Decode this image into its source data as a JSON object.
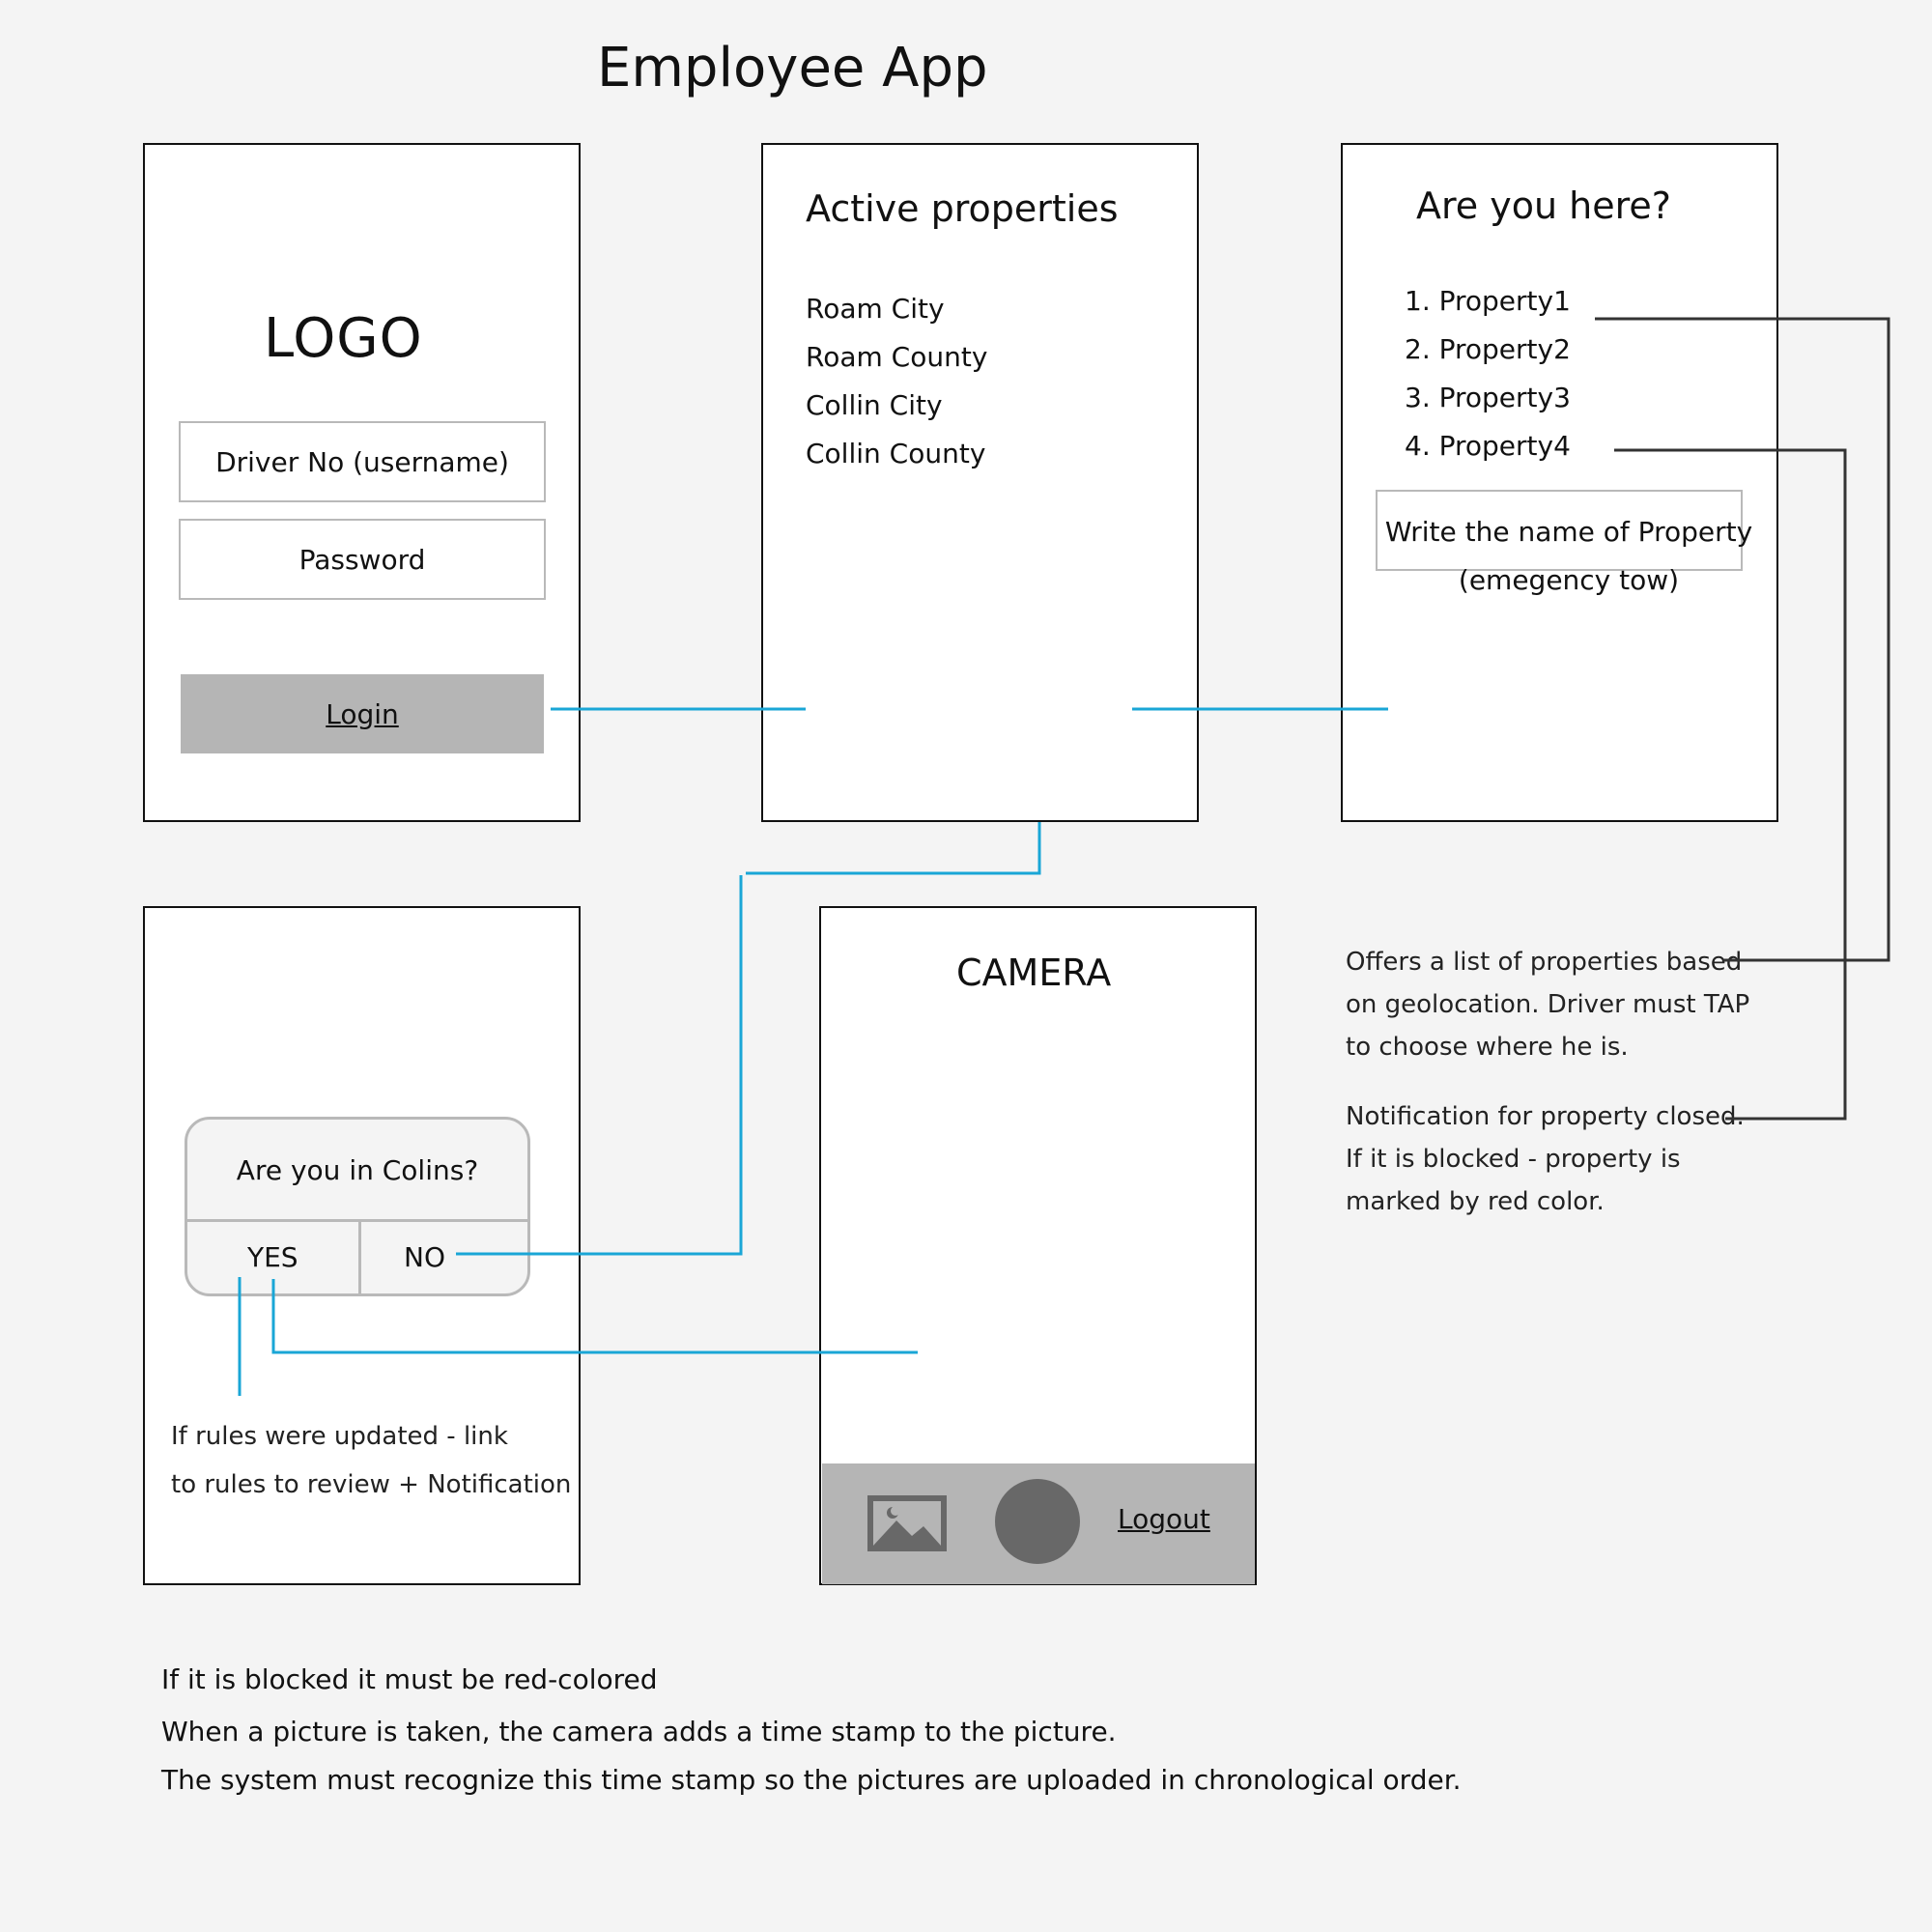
{
  "title": "Employee App",
  "login": {
    "logo": "LOGO",
    "username_placeholder": "Driver No (username)",
    "password_placeholder": "Password",
    "login_label": "Login"
  },
  "active_properties": {
    "heading": "Active properties",
    "items": [
      "Roam City",
      "Roam County",
      "Collin City",
      "Collin County"
    ]
  },
  "are_you_here": {
    "heading": "Are you here?",
    "items": [
      "1. Property1",
      "2. Property2",
      "3. Property3",
      "4. Property4"
    ],
    "input_line1": "Write the name of Property",
    "input_line2": "(emegency tow)"
  },
  "dialog": {
    "question": "Are you in Colins?",
    "yes": "YES",
    "no": "NO",
    "note_line1": "If rules were updated - link",
    "note_line2": "to rules to review + Notification"
  },
  "camera": {
    "heading": "CAMERA",
    "logout": "Logout",
    "gallery_icon": "image-icon",
    "shutter_icon": "shutter-button"
  },
  "annotations": {
    "geolocation_line1": "Offers a list of properties based",
    "geolocation_line2": "on geolocation. Driver must TAP",
    "geolocation_line3": "to choose where he is.",
    "closed_line1": "Notification for property closed.",
    "closed_line2": "If it is blocked - property is",
    "closed_line3": "marked by red color."
  },
  "footer": {
    "line1": "If it is blocked it must be red-colored",
    "line2": "When a picture is taken, the camera adds a time stamp to the picture.",
    "line3": "The system must recognize this time stamp so the pictures are uploaded in chronological order."
  },
  "colors": {
    "connector": "#1aa6d6",
    "annotation_line": "#333333",
    "button_gray": "#b5b5b5"
  }
}
